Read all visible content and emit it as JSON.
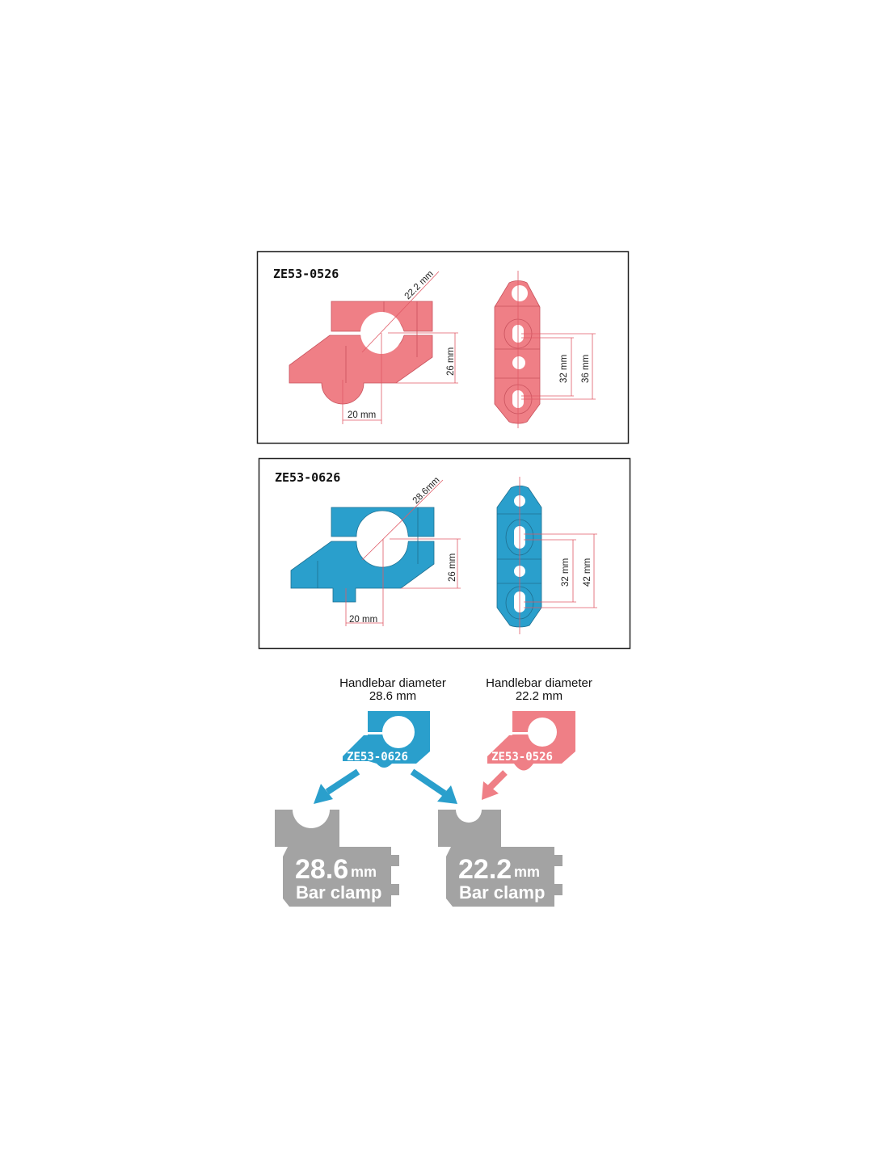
{
  "colors": {
    "pink": "#ef7f86",
    "blue": "#2a9fcc",
    "gray": "#a3a3a3"
  },
  "panels": [
    {
      "code": "ZE53-0526",
      "diameter": "22.2 mm",
      "height": "26 mm",
      "offset": "20 mm",
      "inner_spacing": "32 mm",
      "outer_spacing": "36 mm"
    },
    {
      "code": "ZE53-0626",
      "diameter": "28.6mm",
      "height": "26 mm",
      "offset": "20 mm",
      "inner_spacing": "32 mm",
      "outer_spacing": "42 mm"
    }
  ],
  "compatibility": {
    "left_caption": {
      "line1": "Handlebar diameter",
      "line2": "28.6 mm"
    },
    "right_caption": {
      "line1": "Handlebar diameter",
      "line2": "22.2 mm"
    },
    "blue_part_label": "ZE53-0626",
    "pink_part_label": "ZE53-0526",
    "clamps": [
      {
        "size": "28.6",
        "unit": "mm",
        "label": "Bar clamp"
      },
      {
        "size": "22.2",
        "unit": "mm",
        "label": "Bar clamp"
      }
    ]
  }
}
